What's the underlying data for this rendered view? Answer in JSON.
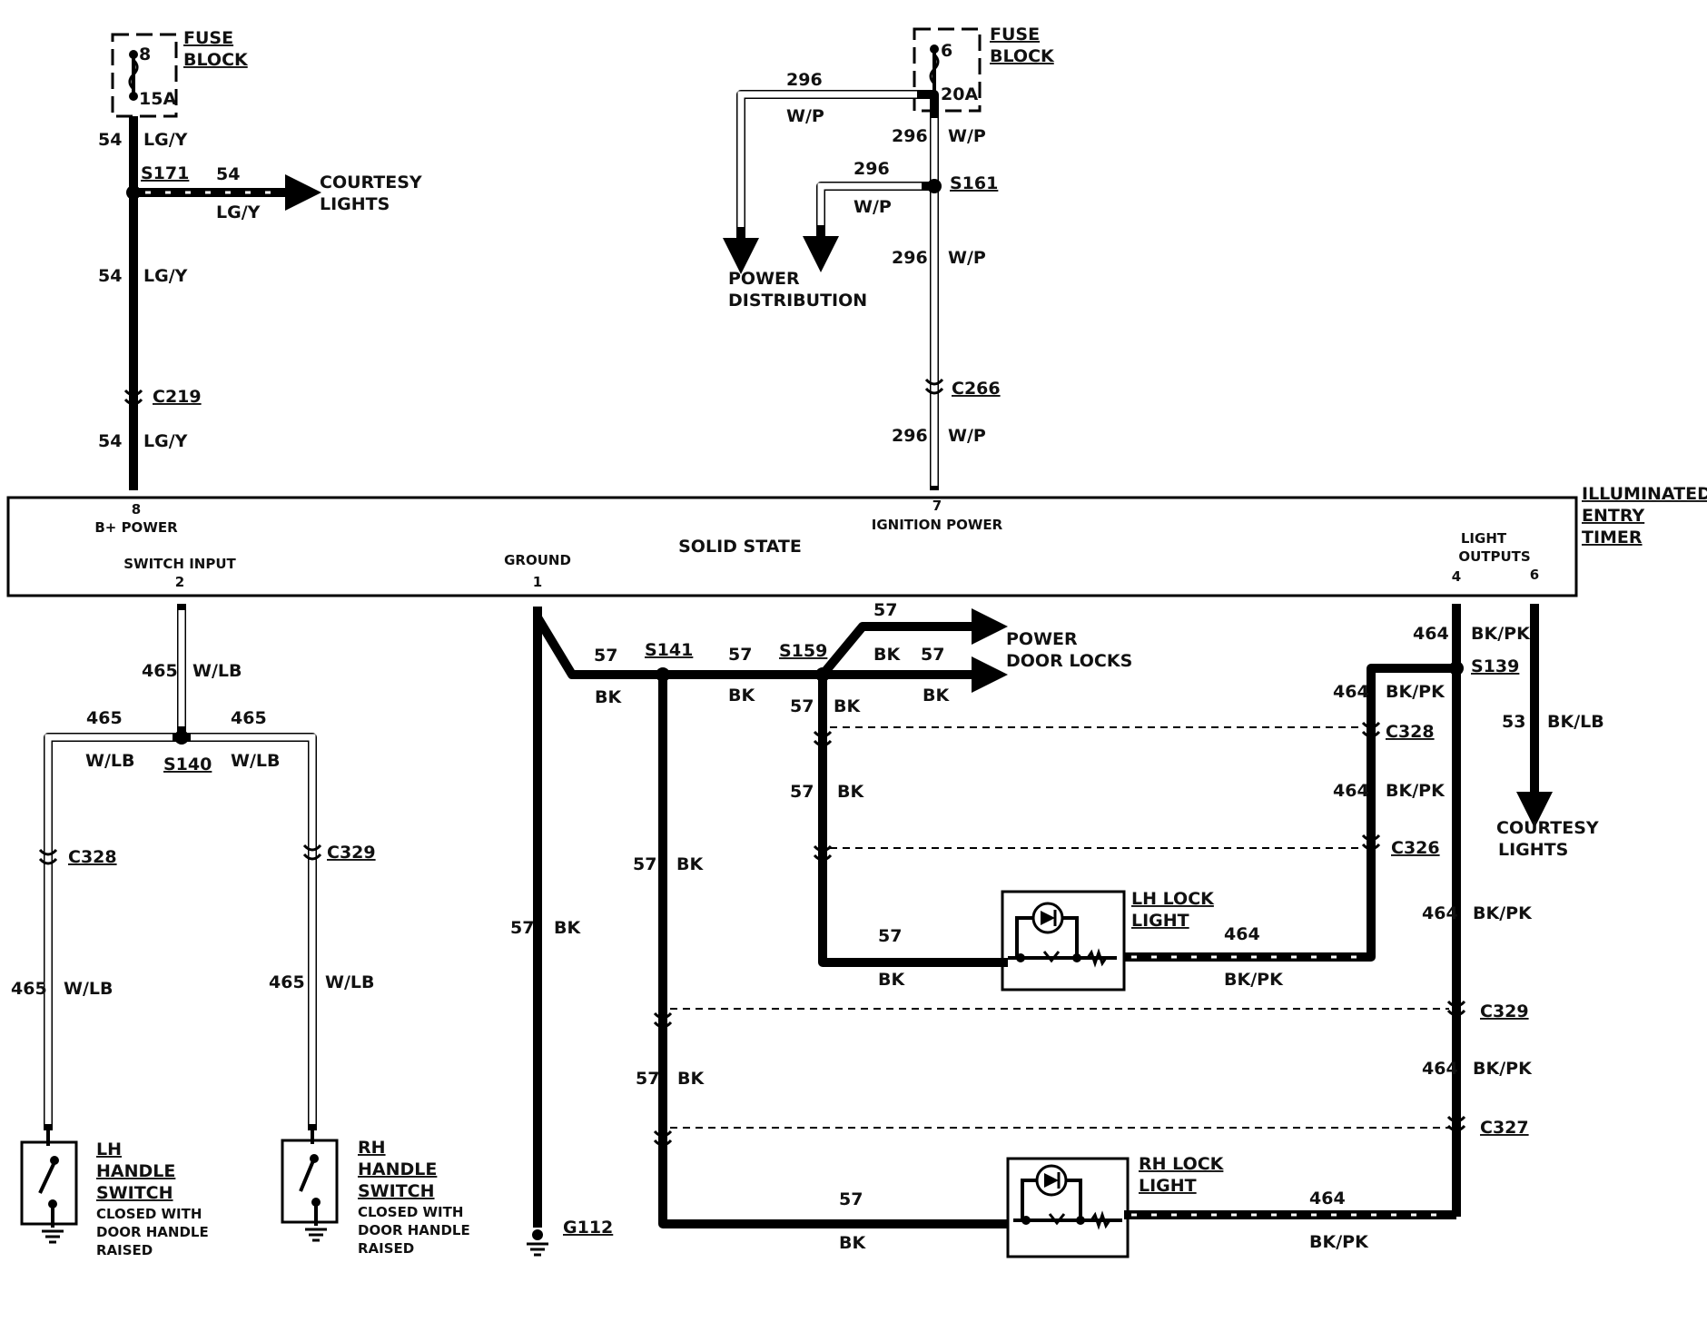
{
  "fuse_left": {
    "title_1": "FUSE",
    "title_2": "BLOCK",
    "num": "8",
    "rating": "15A"
  },
  "fuse_right": {
    "title_1": "FUSE",
    "title_2": "BLOCK",
    "num": "6",
    "rating": "20A"
  },
  "circuits": {
    "c54": "54",
    "lgy": "LG/Y",
    "c296": "296",
    "wp": "W/P",
    "c465": "465",
    "wlb": "W/LB",
    "c57": "57",
    "bk": "BK",
    "c464": "464",
    "bkpk": "BK/PK",
    "c53": "53",
    "bklb": "BK/LB"
  },
  "splices": {
    "s171": "S171",
    "s161": "S161",
    "s140": "S140",
    "s141": "S141",
    "s159": "S159",
    "s139": "S139"
  },
  "connectors": {
    "c219": "C219",
    "c266": "C266",
    "c328": "C328",
    "c329": "C329",
    "c326": "C326",
    "c327": "C327",
    "g112": "G112"
  },
  "destinations": {
    "courtesy_1": "COURTESY",
    "courtesy_2": "LIGHTS",
    "power_1": "POWER",
    "power_2": "DISTRIBUTION",
    "pdl_1": "POWER",
    "pdl_2": "DOOR LOCKS"
  },
  "module": {
    "name_1": "ILLUMINATED",
    "name_2": "ENTRY",
    "name_3": "TIMER",
    "type": "SOLID STATE",
    "pin8": "8",
    "pin8_name": "B+ POWER",
    "pin7": "7",
    "pin7_name": "IGNITION POWER",
    "pin2": "2",
    "pin2_name": "SWITCH INPUT",
    "pin1": "1",
    "pin1_name": "GROUND",
    "pin4": "4",
    "pin6": "6",
    "light_1": "LIGHT",
    "light_2": "OUTPUTS"
  },
  "lh_switch": {
    "l1": "LH",
    "l2": "HANDLE",
    "l3": "SWITCH",
    "n1": "CLOSED WITH",
    "n2": "DOOR HANDLE",
    "n3": "RAISED"
  },
  "rh_switch": {
    "l1": "RH",
    "l2": "HANDLE",
    "l3": "SWITCH",
    "n1": "CLOSED WITH",
    "n2": "DOOR HANDLE",
    "n3": "RAISED"
  },
  "lh_lock": {
    "l1": "LH LOCK",
    "l2": "LIGHT"
  },
  "rh_lock": {
    "l1": "RH LOCK",
    "l2": "LIGHT"
  }
}
